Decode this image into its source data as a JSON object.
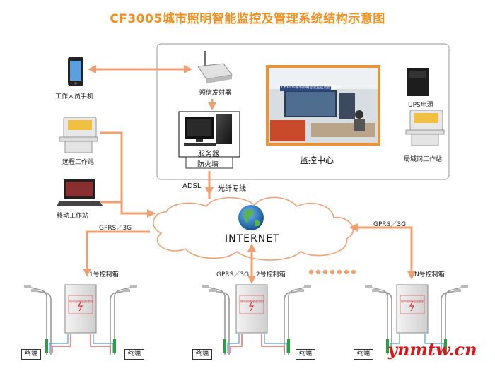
{
  "title": "CF3005城市照明智能监控及管理系统结构示意图",
  "devices": {
    "phone": "工作人员手机",
    "remote_station": "远程工作站",
    "mobile_station": "移动工作站",
    "sms_transmitter": "短信发射器",
    "server": "服务器",
    "firewall": "防火墙",
    "monitor_center": "监控中心",
    "ups": "UPS电源",
    "lan_station": "局域网工作站",
    "monitor_screen_text": "CF3005城市照明智能监控及管理系统"
  },
  "links": {
    "adsl": "ADSL",
    "fiber": "光纤专线",
    "gprs_left": "GPRS／3G",
    "gprs_mid": "GPRS／3G",
    "gprs_right": "GPRS／3G",
    "internet": "INTERNET"
  },
  "boxes": {
    "box1": "1号控制箱",
    "box2": "2号控制箱",
    "boxn": "N号控制箱"
  },
  "cabinet_text": "城市照明 智能控制 ……",
  "terminal": "终端",
  "watermark": "ynmtw.cn",
  "colors": {
    "title": "#f0901e",
    "arrow": "#f0a070",
    "watermark": "#d81818"
  }
}
